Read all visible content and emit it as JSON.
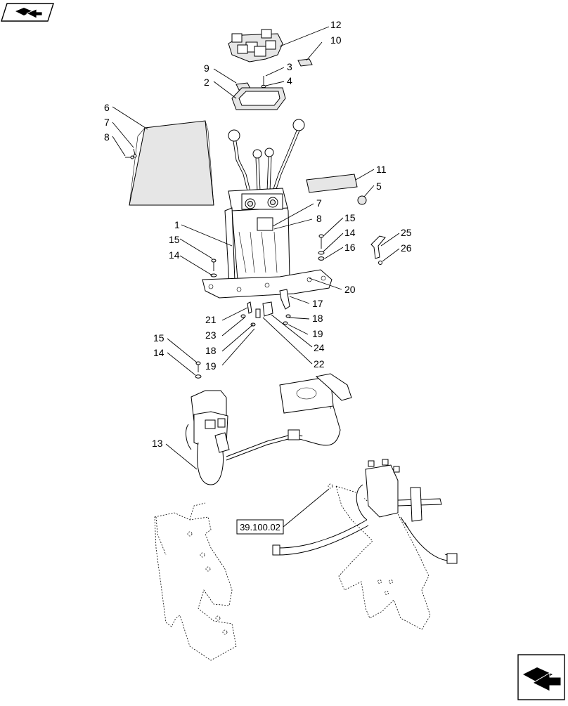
{
  "diagram": {
    "reference_label": "39.100.02",
    "callouts": [
      {
        "id": "c12",
        "text": "12"
      },
      {
        "id": "c10",
        "text": "10"
      },
      {
        "id": "c9",
        "text": "9"
      },
      {
        "id": "c3",
        "text": "3"
      },
      {
        "id": "c2",
        "text": "2"
      },
      {
        "id": "c4",
        "text": "4"
      },
      {
        "id": "c6",
        "text": "6"
      },
      {
        "id": "c7a",
        "text": "7"
      },
      {
        "id": "c8a",
        "text": "8"
      },
      {
        "id": "c11",
        "text": "11"
      },
      {
        "id": "c5",
        "text": "5"
      },
      {
        "id": "c7b",
        "text": "7"
      },
      {
        "id": "c8b",
        "text": "8"
      },
      {
        "id": "c1",
        "text": "1"
      },
      {
        "id": "c15a",
        "text": "15"
      },
      {
        "id": "c15b",
        "text": "15"
      },
      {
        "id": "c14a",
        "text": "14"
      },
      {
        "id": "c14b",
        "text": "14"
      },
      {
        "id": "c25",
        "text": "25"
      },
      {
        "id": "c16",
        "text": "16"
      },
      {
        "id": "c26",
        "text": "26"
      },
      {
        "id": "c20",
        "text": "20"
      },
      {
        "id": "c17",
        "text": "17"
      },
      {
        "id": "c21",
        "text": "21"
      },
      {
        "id": "c18a",
        "text": "18"
      },
      {
        "id": "c23",
        "text": "23"
      },
      {
        "id": "c19a",
        "text": "19"
      },
      {
        "id": "c18b",
        "text": "18"
      },
      {
        "id": "c24",
        "text": "24"
      },
      {
        "id": "c19b",
        "text": "19"
      },
      {
        "id": "c22",
        "text": "22"
      },
      {
        "id": "c15c",
        "text": "15"
      },
      {
        "id": "c14c",
        "text": "14"
      },
      {
        "id": "c13",
        "text": "13"
      }
    ]
  },
  "icons": {
    "top_left": "book-navigation-icon",
    "bottom_right": "next-page-arrow-icon"
  }
}
